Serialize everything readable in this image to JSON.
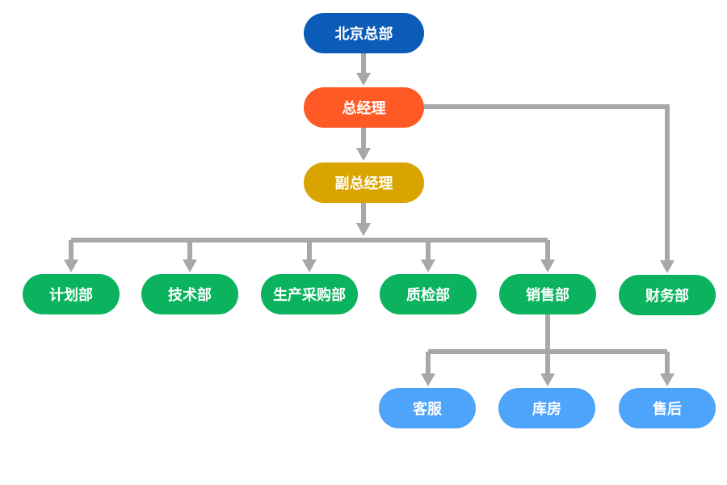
{
  "colors": {
    "hq": "#0b5cb8",
    "gm": "#ff5a26",
    "vice": "#d9a300",
    "dept": "#0bb35e",
    "sub": "#4ea3fb",
    "connector": "#a8a8a8"
  },
  "nodes": {
    "hq": "北京总部",
    "gm": "总经理",
    "vice": "副总经理",
    "plan": "计划部",
    "tech": "技术部",
    "production": "生产采购部",
    "quality": "质检部",
    "sales": "销售部",
    "finance": "财务部",
    "service": "客服",
    "warehouse": "库房",
    "after_sales": "售后"
  }
}
